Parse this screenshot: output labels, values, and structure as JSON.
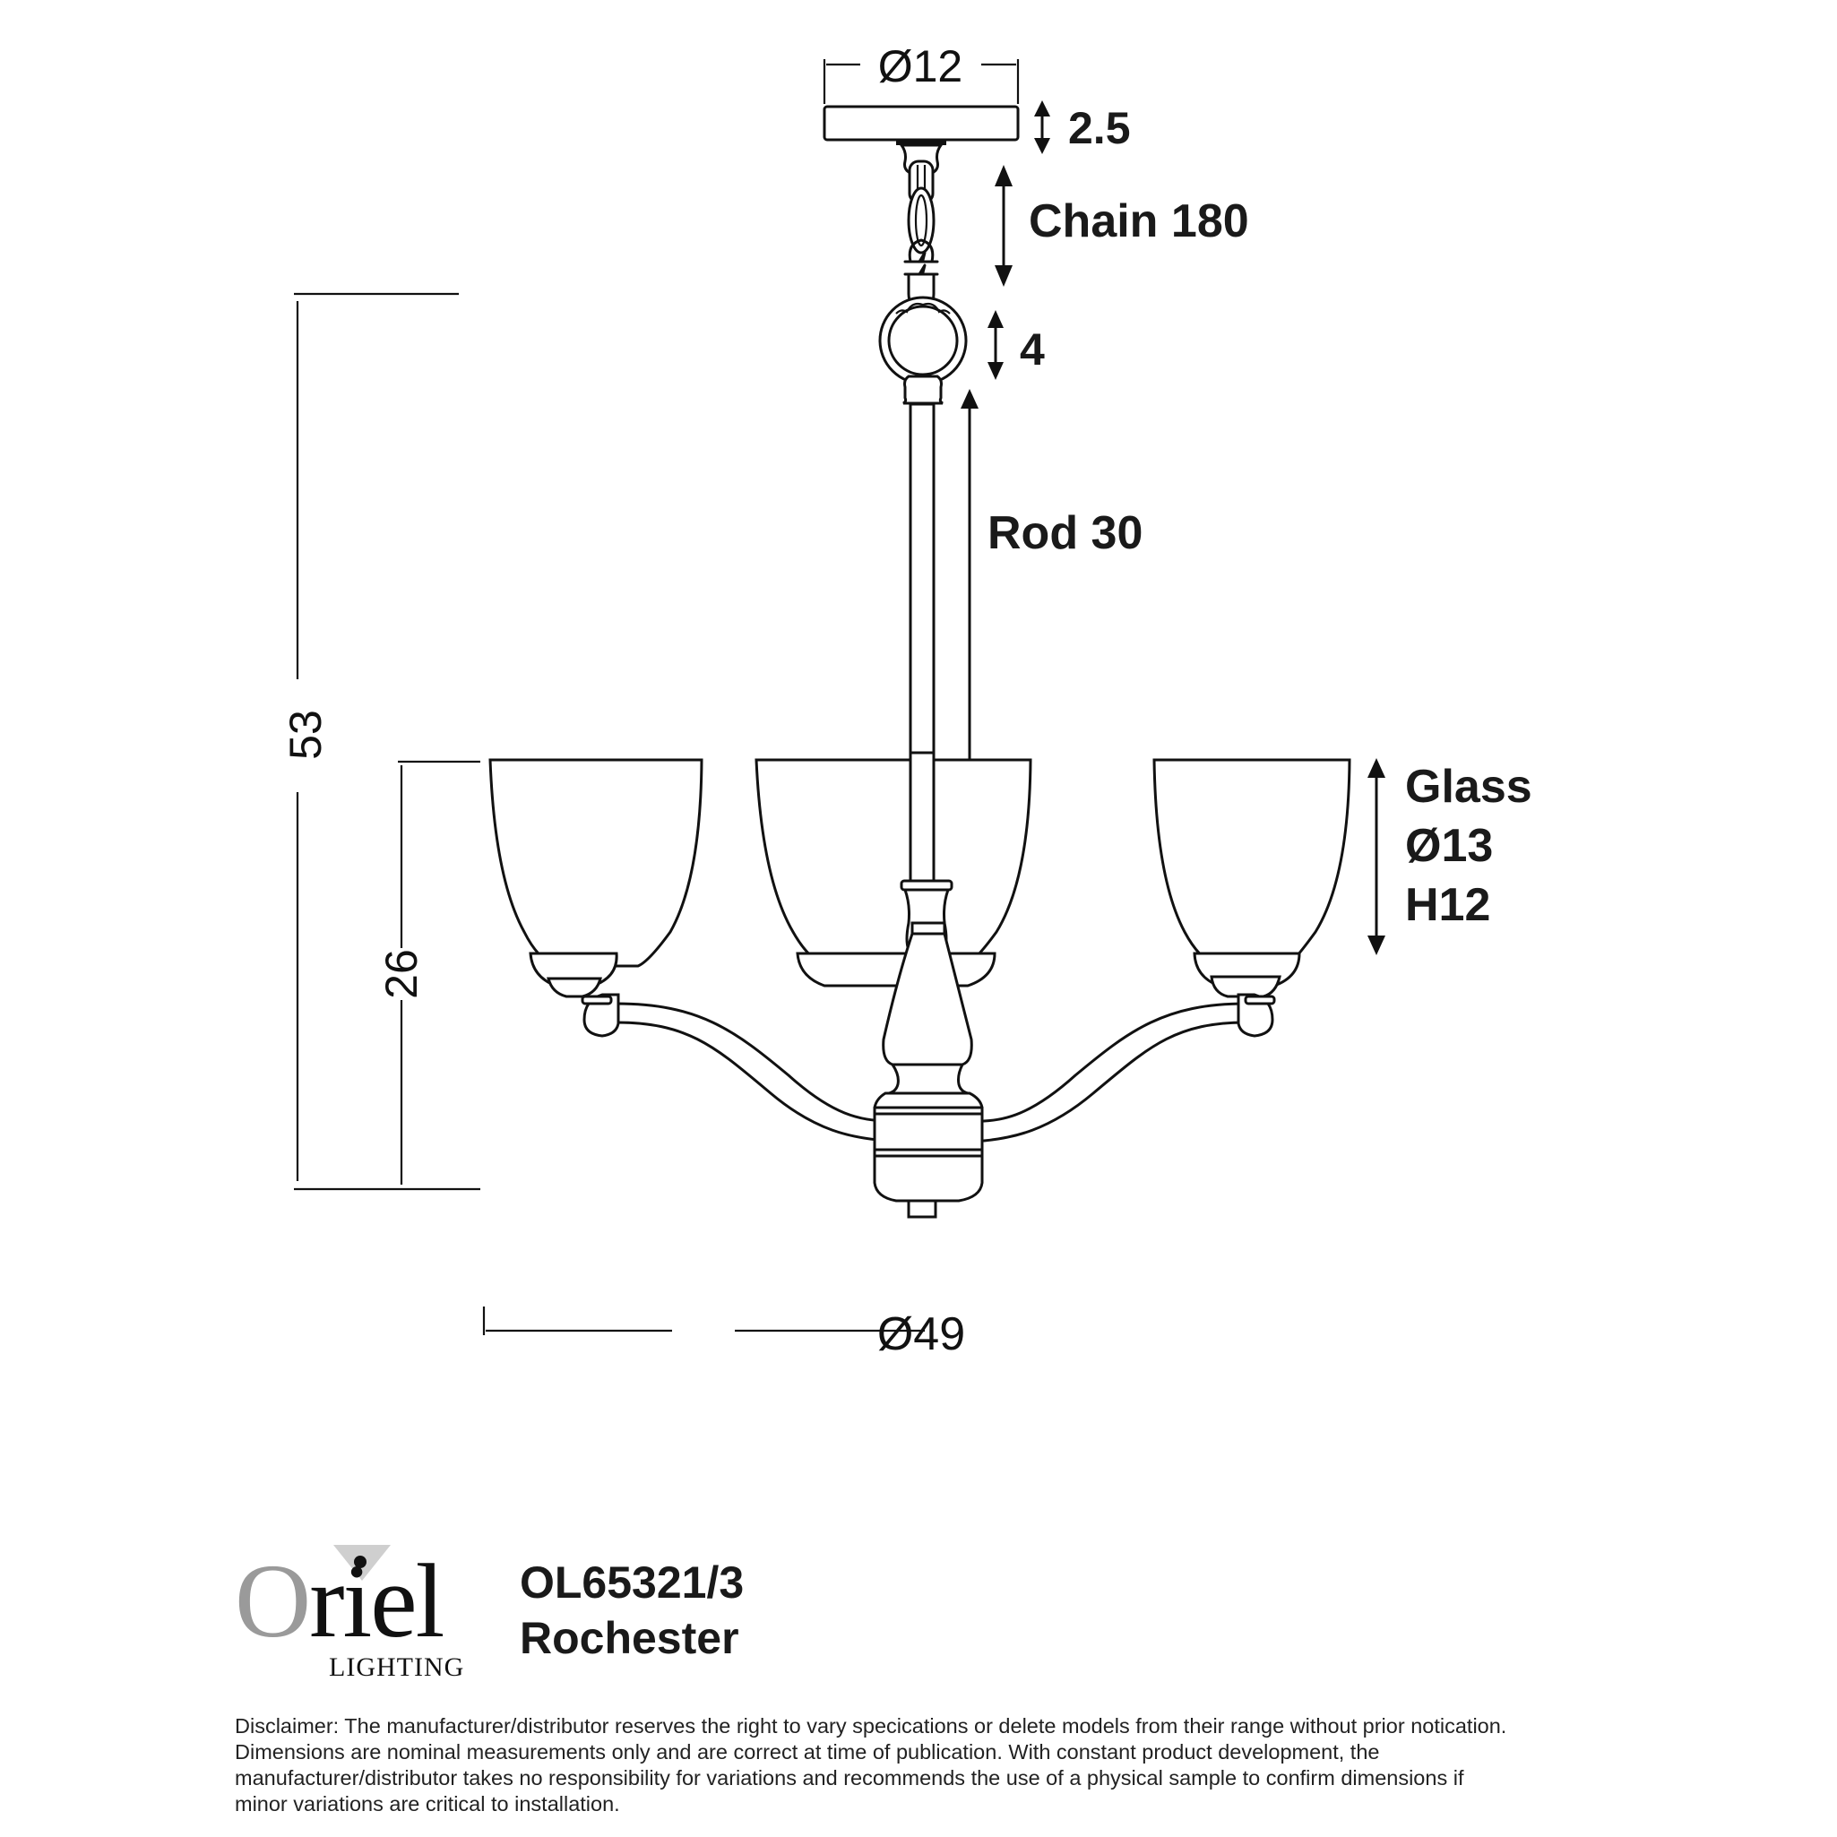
{
  "product": {
    "code": "OL65321/3",
    "name": "Rochester"
  },
  "brand": {
    "logo_first_letter": "O",
    "logo_rest": "riel",
    "logo_subtitle": "LIGHTING",
    "colors": {
      "logo_o": "#9a9a9a",
      "logo_text": "#111111",
      "cone": "#cfcfcf"
    }
  },
  "dimensions": {
    "canopy_diameter": "Ø12",
    "canopy_height": "2.5",
    "chain": "Chain 180",
    "loop": "4",
    "rod": "Rod 30",
    "overall_height": "53",
    "shade_height": "26",
    "overall_diameter": "Ø49",
    "glass_label": "Glass",
    "glass_diameter": "Ø13",
    "glass_height": "H12"
  },
  "disclaimer": {
    "lines": [
      "Disclaimer: The manufacturer/distributor reserves the right to vary specications or delete models from their range without prior notication.",
      "Dimensions are nominal measurements only and are correct at time of publication. With constant product development, the",
      "manufacturer/distributor takes no responsibility for variations and recommends the use of a physical sample to confirm dimensions if",
      "minor variations are critical to installation."
    ]
  }
}
